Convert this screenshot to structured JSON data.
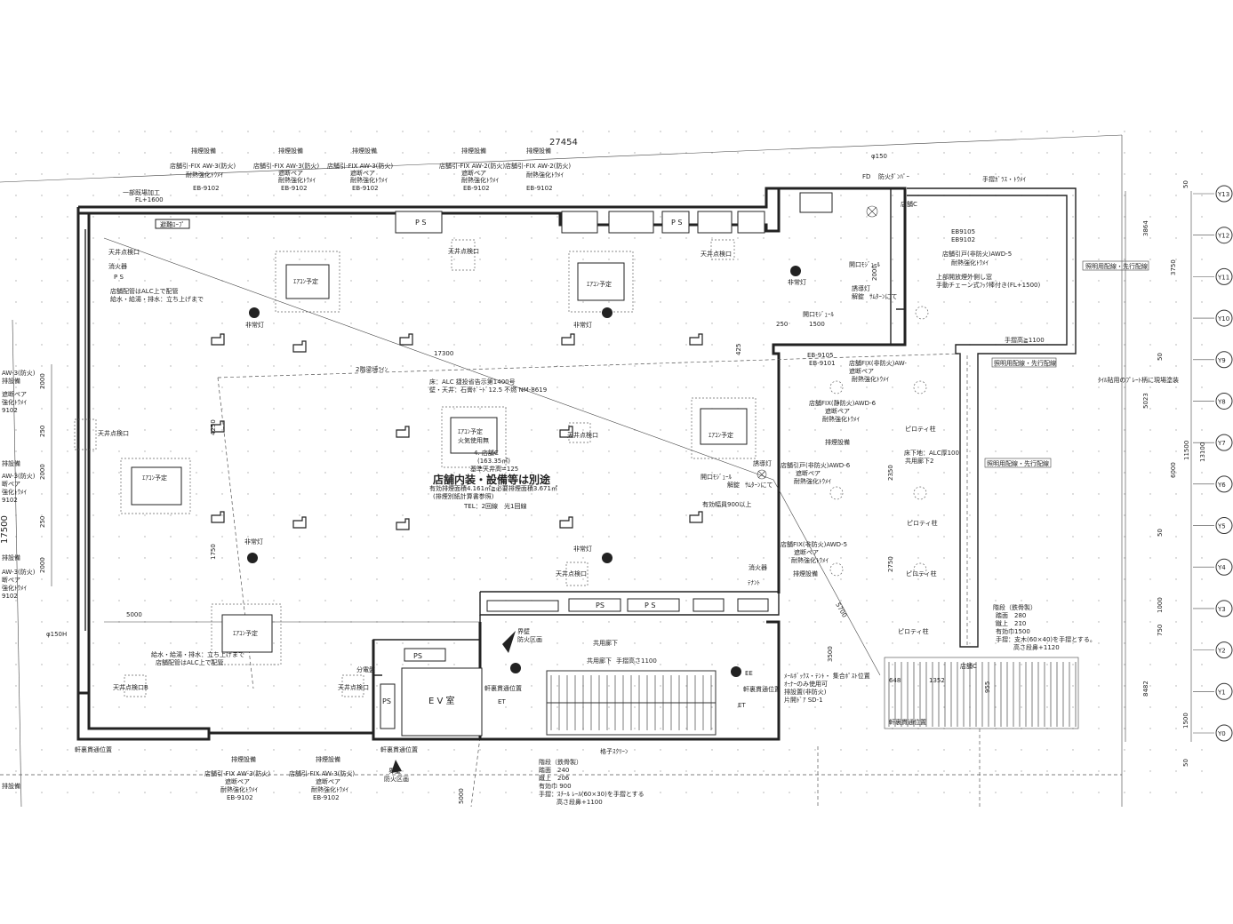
{
  "drawing": {
    "overall_width": "27454",
    "overall_depth": "17500",
    "main_title": "店舗内装・設備等は別途",
    "dims": {
      "d2000": "2000",
      "d250": "250",
      "d4250": "4250",
      "d1750": "1750",
      "d5000": "5000",
      "d17300": "17300",
      "d1500": "1500",
      "d425": "425",
      "d3864": "3864",
      "d5023": "5023",
      "d8482": "8482",
      "d11500": "11500",
      "d13100": "13100",
      "d6000": "6000",
      "d3750": "3750",
      "d50": "50",
      "d2350": "2350",
      "d2750": "2750",
      "d5700": "5700",
      "d3500": "3500",
      "d648": "648",
      "d1352": "1352",
      "d955": "955",
      "d750": "750",
      "d1000": "1000",
      "d150": "φ150",
      "d150h": "φ150H"
    },
    "grid_labels": [
      "Y13",
      "Y12",
      "Y11",
      "Y10",
      "Y9",
      "Y8",
      "Y7",
      "Y6",
      "Y5",
      "Y4",
      "Y3",
      "Y2",
      "Y1",
      "Y0"
    ],
    "top_notes": {
      "n1": "排煙設備",
      "n2": "排煙設備",
      "n3": "排煙設備",
      "n4": "排煙設備",
      "n5": "排煙設備",
      "s1": "店舗引-FIX AW-3(防火)",
      "s2": "店舗引-FIX AW-3(防火)",
      "s3": "店舗引-FIX AW-3(防火)",
      "s4": "店舗引-FIX AW-2(防火)",
      "s5": "店舗引-FIX AW-2(防火)",
      "p1": "耐熱強化ﾄｳﾒｲ",
      "p2": "遮断ペア",
      "p3": "遮断ペア",
      "p4": "遮断ペア",
      "p5": "耐熱強化ﾄｳﾒｲ",
      "q2": "耐熱強化ﾄｳﾒｲ",
      "q3": "耐熱強化ﾄｳﾒｲ",
      "q4": "耐熱強化ﾄｳﾒｲ",
      "e1": "EB-9102",
      "e2": "EB-9102",
      "e3": "EB-9102",
      "e4": "EB-9102",
      "e5": "EB-9102",
      "rope": "避難ﾛｰﾌﾟ",
      "rope_note": "一部既場加工",
      "fl": "FL+1600"
    },
    "labels": {
      "ps": "P S",
      "ps2": "PS",
      "ps3": "P S",
      "ps4": "PS",
      "ps5": "PS",
      "ps6": "PS",
      "ps7": "P S",
      "ev": "E V 室",
      "ceiling1": "天井点検口",
      "ceiling2": "天井点検口",
      "ceiling3": "天井点検口",
      "ceiling4": "天井点検口",
      "ceiling5": "天井点検口",
      "ceiling6": "天井点検口B",
      "ceiling7": "天井点検口",
      "fire_ext": "消火器",
      "fire_ext2": "消火器",
      "ps_note": "P S",
      "pipe1": "店舗配管はALC上で配管",
      "pipe2": "給水・給湯・排水：立ち上げまで",
      "pipe3": "給水・給湯・排水：立ち上げまで",
      "pipe4": "店舗配管はALC上で配管",
      "ac1": "ｴｱｺﾝ予定",
      "ac2": "ｴｱｺﾝ予定",
      "ac3": "ｴｱｺﾝ予定",
      "ac4": "ｴｱｺﾝ予定",
      "ac5": "ｴｱｺﾝ予定",
      "ac6": "ｴｱｺﾝ予定",
      "em1": "非常灯",
      "em2": "非常灯",
      "em3": "非常灯",
      "em4": "非常灯",
      "em5": "非常灯",
      "floor_note": "床：ALC 捷投省告示第1400号",
      "wall_note": "壁・天井：石膏ﾎﾞｰﾄﾞ12.5 不燃 NM-8619",
      "fire_use": "火気使用無",
      "store": "4. 店舗C",
      "area": "(163.35㎡)",
      "ceiling_h": "基準天井高=125",
      "smoke": "有効排煙面積4.161㎡≧必要排煙面積3.671㎡",
      "smoke2": "(排煙別紙計算書参照)",
      "tel": "TEL：2回線　光1回線",
      "ceiling_line": "2階梁境ﾗｲﾝ",
      "dist": "分電盤",
      "guide": "誘導灯",
      "guide2": "誘導灯",
      "open_mod": "開口ﾓｼﾞｭｰﾙ",
      "open_mod2": "開口ﾓｼﾞｭｰﾙ",
      "open_mod3": "開口ﾓｼﾞｭｰﾙ",
      "oneway": "解錠",
      "oneway2": "解錠",
      "samturn": "ｻﾑﾀｰﾝにて",
      "samturn2": "ｻﾑﾀｰﾝにて",
      "eff_width": "有効幅員900以上",
      "kaidan_wall": "界壁",
      "kaidan_wall2": "界壁",
      "sekai": "軒裏貫通位置",
      "sekai2": "軒裏貫通位置",
      "sekai3": "軒裏貫通位置",
      "sekai4": "軒裏貫通位置",
      "stair_common": "共用廊下",
      "handrail": "手摺高さ1100",
      "pilotis1": "ピロティ柱",
      "pilotis2": "ピロティ柱",
      "pilotis3": "ピロティ柱",
      "pilotis4": "ピロティ柱",
      "storeC": "店舗C",
      "storeC2": "店舗C",
      "eb9105": "EB9105",
      "eb9102b": "EB9102",
      "aw5": "店舗引戸(非防火)AWD-5",
      "aw5b": "耐熱強化ﾄｳﾒｲ",
      "upper": "上部開放煙外側し窓",
      "chain": "手動チェーン式ﾌｯｸ棒付き(FL+1500)",
      "light1": "照明用配線・先行配線",
      "light2": "照明用配線・先行配線",
      "light3": "照明用配線・先行配線",
      "handrail_top": "手摺高≧1100",
      "handrail_top2": "手摺ｶﾞﾗｽ・ﾄｳﾒｲ",
      "eb9105b": "EB-9105",
      "eb9101": "EB-9101",
      "aw_fix": "店舗FIX(非防火)AW-",
      "awd6": "店舗FIX(静防火)AWD-6",
      "shield": "遮断ペア",
      "heat": "耐熱強化ﾄｳﾒｲ",
      "smoke_eq": "排煙設備",
      "alc": "床下地：ALC厚100",
      "common_f2": "共用廊下2",
      "awd6b": "店舗引戸(非防火)AWD-6",
      "shield2": "遮断ペア",
      "heat2": "耐熱強化ﾄｳﾒｲ",
      "awd5": "店舗FIX(非防火)AWD-5",
      "shield3": "遮断ペア",
      "heat3": "耐熱強化ﾄｳﾒｲ",
      "smoke_eq2": "排煙設備",
      "tile": "ﾀｲﾙ貼用のﾌﾟﾚｰﾄ柄に現場塗装",
      "stairs": "階段（鉄骨製）",
      "step_h": "踏面　280",
      "step_r": "蹴上　210",
      "eff": "有効巾1500",
      "hand": "手摺：支木(60×40)を手摺とする。",
      "hand2": "高さ段鼻+1120",
      "stairs2": "階段（鉄骨製）",
      "tread2": "踏面　240",
      "rise2": "蹴上　206",
      "eff2": "有効巾 900",
      "hand3": "手摺：ｽﾁｰﾙ ﾚｰﾙ(60×30)を手摺とする",
      "hand4": "高さ段鼻+1100",
      "lattice": "格子ｽｸﾘｰﾝ",
      "owner": "ｵｰﾅｰのみ使用可",
      "owner_eq": "排設置(非防火)",
      "door": "片開ﾄﾞｱ SD-1",
      "mail": "ﾒｰﾙﾎﾞｯｸｽ・ﾃﾝﾄ・ 集合ﾎﾟｽﾄ位置",
      "bot_n1": "排煙設備",
      "bot_n2": "排煙設備",
      "bot_s1": "店舗引-FIX AW-3(防火)",
      "bot_s2": "店舗引-FIX AW-3(防火)",
      "bot_p1": "遮断ペア",
      "bot_p2": "遮断ペア",
      "bot_q1": "耐熱強化ﾄｳﾒｲ",
      "bot_q2": "耐熱強化ﾄｳﾒｲ",
      "bot_e1": "EB-9102",
      "bot_e2": "EB-9102",
      "left_aw": "AW-3(防火)",
      "left_sm": "排設備",
      "left_pr": "遮断ペア",
      "left_ht": "強化ﾄｳﾒｲ",
      "left_eb": "9102",
      "left_aw2": "AW-3(防火)",
      "left_sm2": "排設備",
      "left_pr2": "断ペア",
      "left_ht2": "強化ﾄｳﾒｲ",
      "left_eb2": "9102",
      "left_sm3": "排設備",
      "left_ht3": "ﾄｳﾒｲ",
      "left_sm4": "排設備",
      "left_sm5": "排設備",
      "boundary": "界壁",
      "boundary2": "防火区画",
      "mark_et": "ET",
      "mark_ee": "EE",
      "kaidan_drop": "階段",
      "sheet_pos": "軒裏貫通位置",
      "tenant": "ﾃﾅﾝﾄ",
      "b_sign": "FD",
      "sign2": "防火ﾀﾞﾝﾊﾟｰ"
    }
  }
}
